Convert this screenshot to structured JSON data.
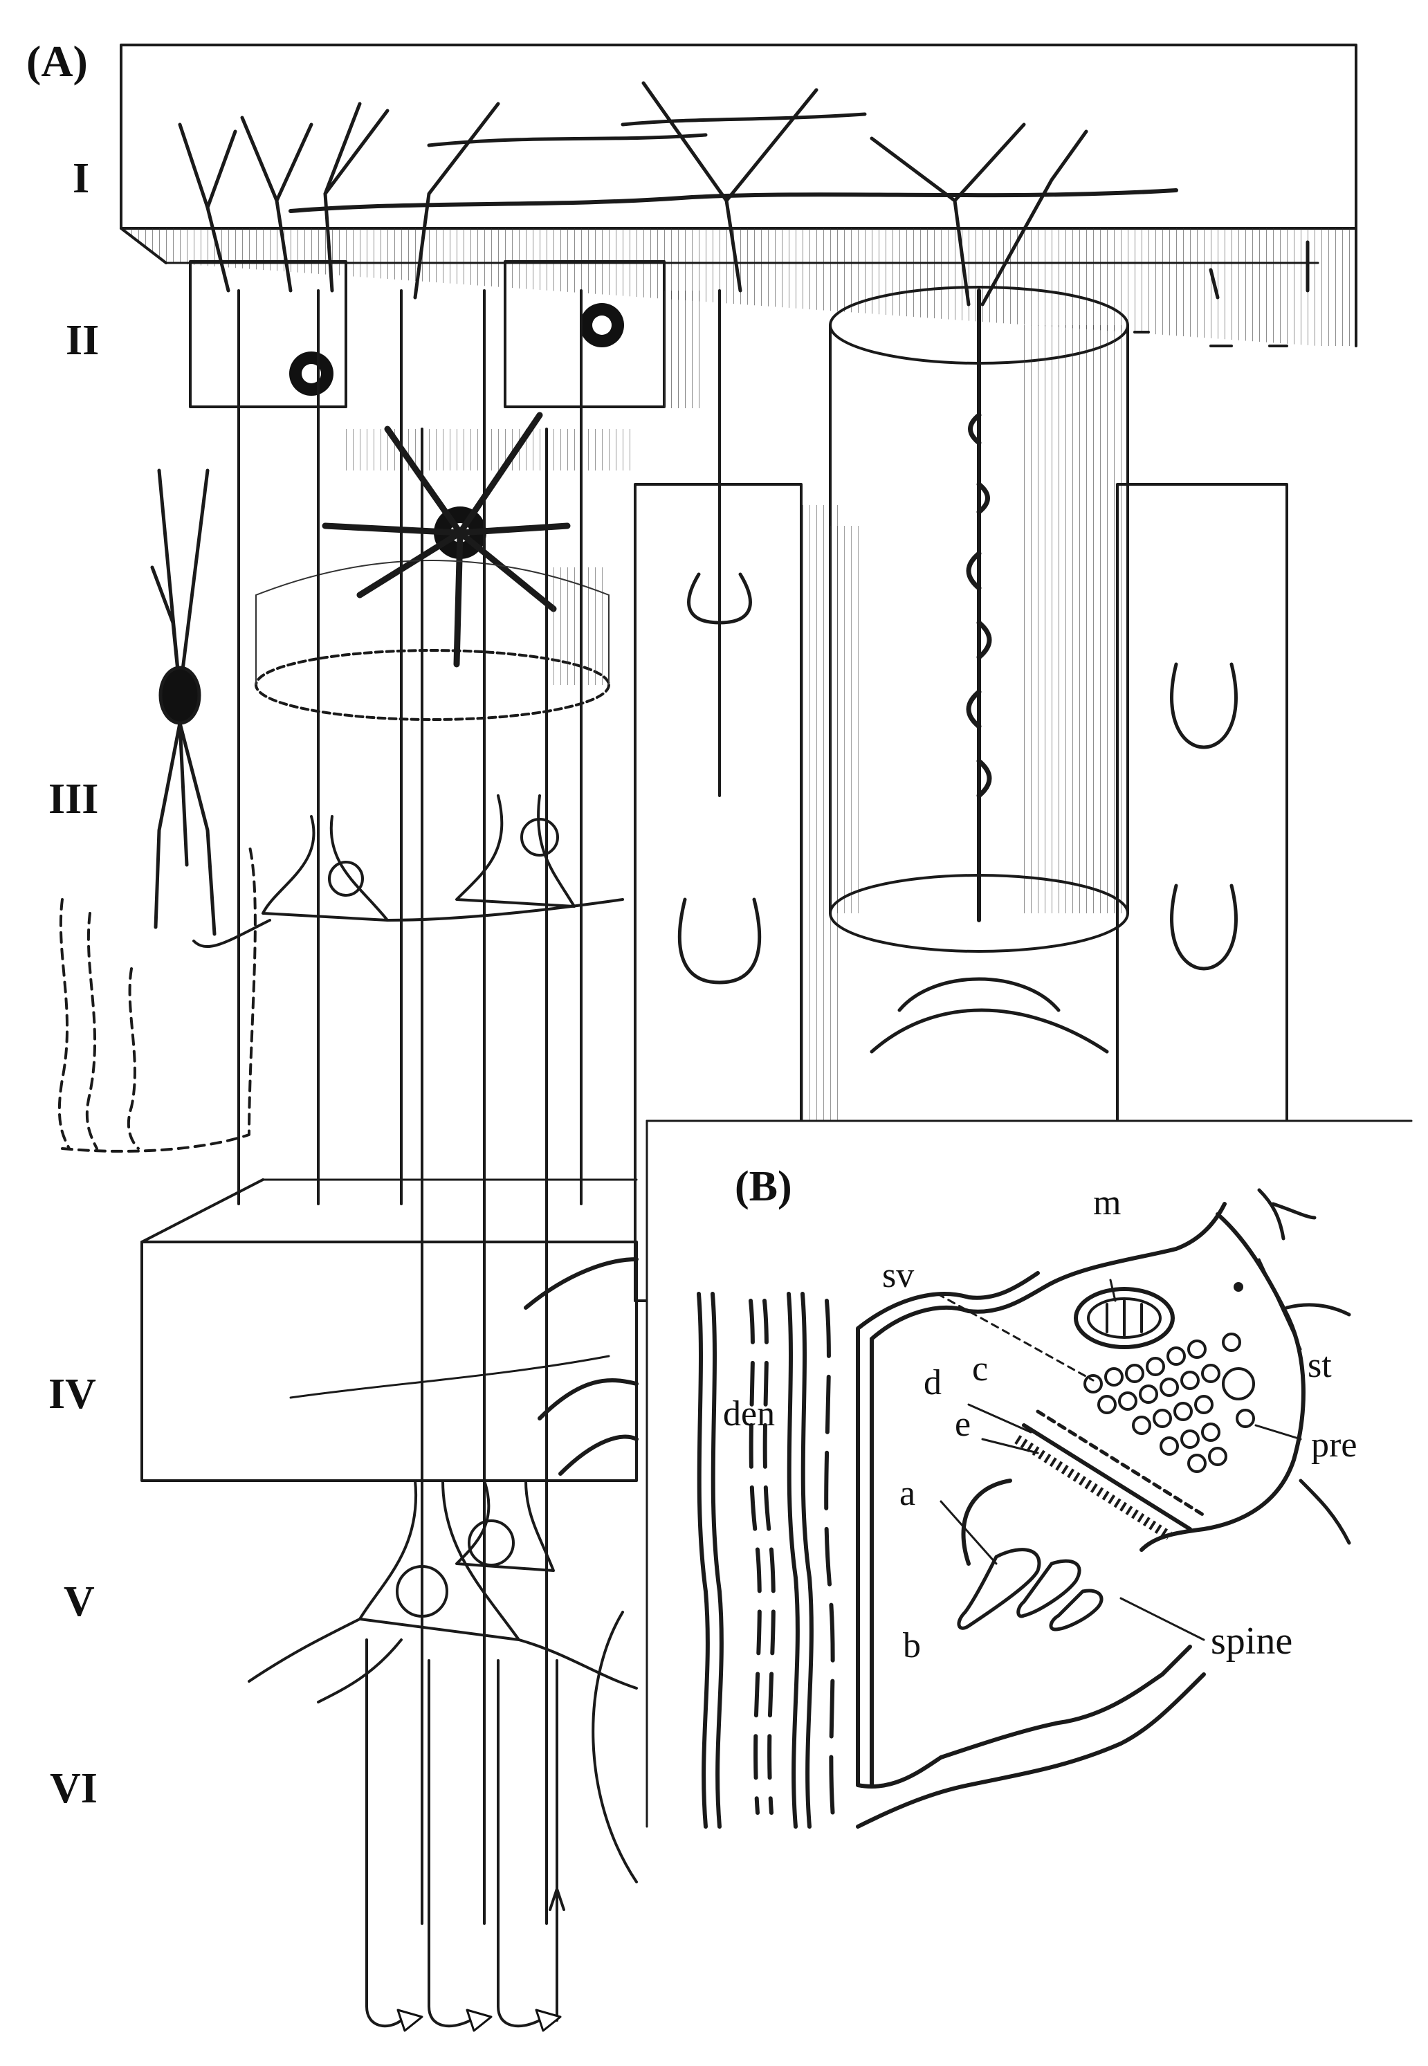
{
  "panel_a": {
    "label": "(A)",
    "layers": [
      "I",
      "II",
      "III",
      "IV",
      "V",
      "VI"
    ]
  },
  "panel_b": {
    "label": "(B)",
    "labels": {
      "m": "m",
      "sv": "sv",
      "st": "st",
      "d": "d",
      "c": "c",
      "e": "e",
      "pre": "pre",
      "den": "den",
      "a": "a",
      "b": "b",
      "spine": "spine"
    }
  }
}
